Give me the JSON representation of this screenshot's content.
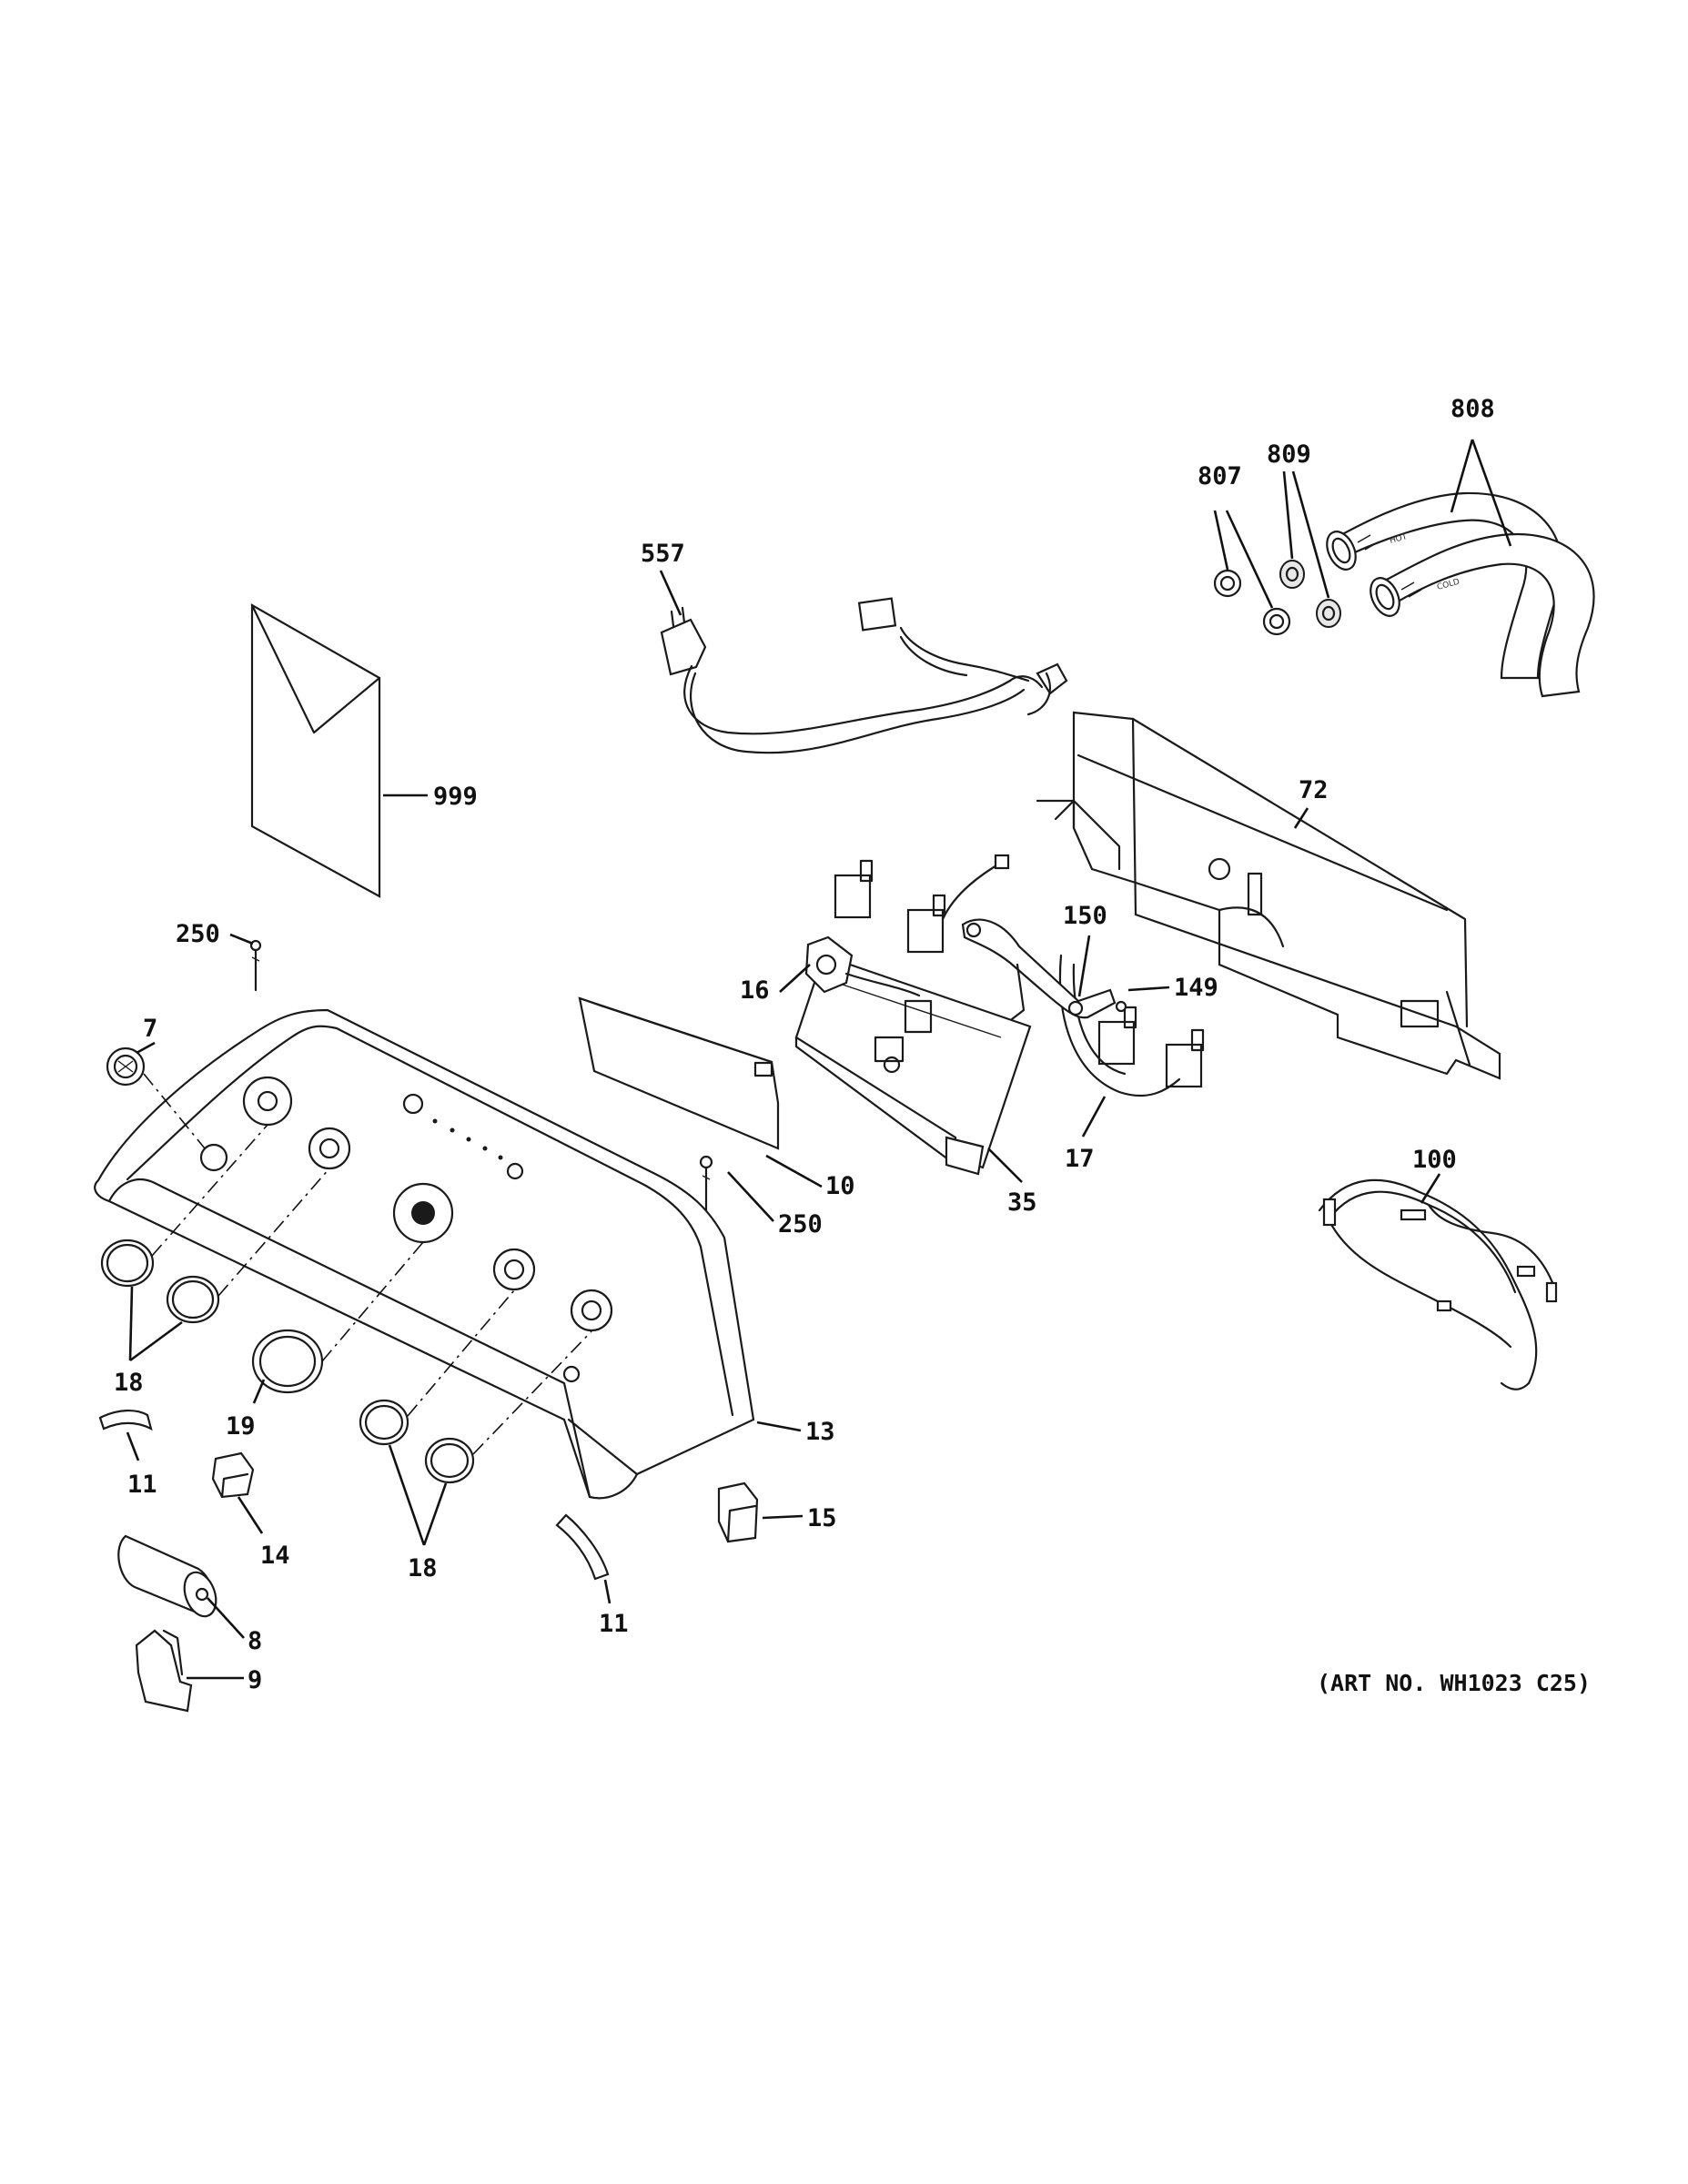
{
  "callouts": {
    "c999": "999",
    "c557": "557",
    "c807": "807",
    "c809": "809",
    "c808": "808",
    "c72": "72",
    "c250a": "250",
    "c7": "7",
    "c150": "150",
    "c149": "149",
    "c16": "16",
    "c10": "10",
    "c250b": "250",
    "c35": "35",
    "c17": "17",
    "c100": "100",
    "c18a": "18",
    "c19": "19",
    "c13": "13",
    "c11a": "11",
    "c14": "14",
    "c18b": "18",
    "c15": "15",
    "c11b": "11",
    "c8": "8",
    "c9": "9"
  },
  "hose_labels": {
    "hot": "HOT",
    "cold": "COLD"
  },
  "art_number": "(ART NO. WH1023 C25)"
}
